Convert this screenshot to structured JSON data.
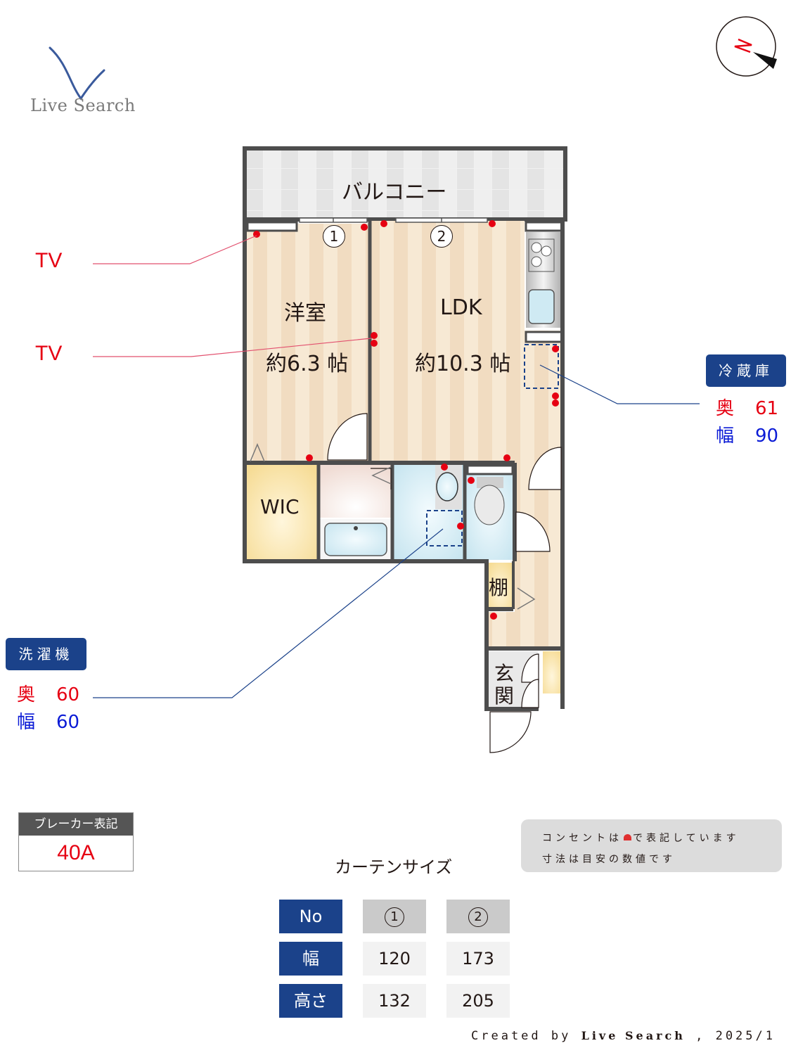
{
  "logo": {
    "text": "Live Search",
    "mark_color": "#3a5a9c"
  },
  "compass": {
    "label": "N",
    "north_color": "#e60012",
    "needle_color": "#111111"
  },
  "floorplan": {
    "colors": {
      "wall": "#4d4d4d",
      "floor_light": "#f7e9d4",
      "floor_dark": "#f1dcc1",
      "wet_area": "#cbe7f1",
      "storage": "#f7df9f",
      "balcony_tile": "#e8e8e8",
      "outlet": "#e60012",
      "leader_blue": "#1b428a"
    },
    "rooms": {
      "balcony": {
        "label": "バルコニー"
      },
      "western_room": {
        "label": "洋室",
        "area": "約6.3 帖"
      },
      "ldk": {
        "label": "LDK",
        "area": "約10.3 帖"
      },
      "wic": {
        "label": "WIC"
      },
      "shelf": {
        "label": "棚"
      },
      "entrance": {
        "label": "玄\n関",
        "line1": "玄",
        "line2": "関"
      }
    },
    "window_markers": [
      {
        "no": "1"
      },
      {
        "no": "2"
      }
    ]
  },
  "callouts": {
    "tv": [
      {
        "label": "TV"
      },
      {
        "label": "TV"
      }
    ],
    "refrigerator": {
      "title": "冷蔵庫",
      "depth_key": "奥",
      "depth": "61",
      "width_key": "幅",
      "width": "90"
    },
    "washing_machine": {
      "title": "洗濯機",
      "depth_key": "奥",
      "depth": "60",
      "width_key": "幅",
      "width": "60"
    }
  },
  "breaker": {
    "header": "ブレーカー表記",
    "value": "40A"
  },
  "note": {
    "line1_before": "コンセントは",
    "line1_after": "で表記しています",
    "line2": "寸法は目安の数値です"
  },
  "curtain": {
    "title": "カーテンサイズ",
    "headers": [
      "No",
      "幅",
      "高さ"
    ],
    "columns": [
      {
        "no": "1",
        "width": "120",
        "height": "132"
      },
      {
        "no": "2",
        "width": "173",
        "height": "205"
      }
    ]
  },
  "footer": {
    "prefix": "Created by ",
    "brand": "Live Search",
    "suffix": " , 2025/1"
  }
}
